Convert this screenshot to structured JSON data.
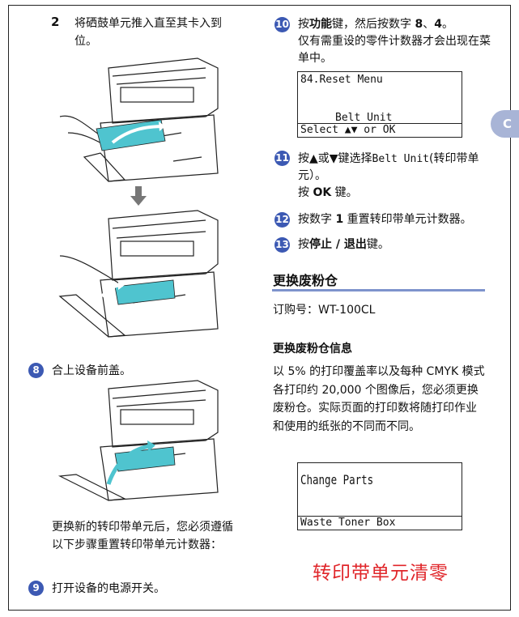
{
  "step2": {
    "number": "2",
    "text": "将硒鼓单元推入直至其卡入到位。"
  },
  "step8": {
    "number": "8",
    "text": "合上设备前盖。"
  },
  "note": {
    "text": "更换新的转印带单元后，您必须遵循以下步骤重置转印带单元计数器："
  },
  "step9": {
    "number": "9",
    "text": "打开设备的电源开关。"
  },
  "step10": {
    "number": "10",
    "text_prefix": "按",
    "key1": "功能",
    "text_mid": "键，然后按数字 ",
    "key2": "8",
    "sep": "、",
    "key3": "4",
    "text_end": "。",
    "line2": "仅有需重设的零件计数器才会出现在菜单中。"
  },
  "lcd_reset": {
    "line1": "84.Reset Menu",
    "line3": "Belt Unit",
    "line4": "Select ▲▼ or OK"
  },
  "step11": {
    "number": "11",
    "text_prefix": "按▲或▼键选择",
    "option": "Belt Unit",
    "text_suffix": "(转印带单元）。",
    "line2_prefix": "按 ",
    "line2_key": "OK",
    "line2_suffix": " 键。"
  },
  "step12": {
    "number": "12",
    "text_prefix": "按数字 ",
    "key": "1",
    "text_suffix": " 重置转印带单元计数器。"
  },
  "step13": {
    "number": "13",
    "text_prefix": "按",
    "key": "停止 / 退出",
    "text_suffix": "键。"
  },
  "section": {
    "title": "更换废粉仓",
    "order": "订购号：WT-100CL",
    "subtitle": "更换废粉仓信息",
    "paragraph": "以 5% 的打印覆盖率以及每种 CMYK 模式各打印约 20,000 个图像后，您必须更换废粉仓。实际页面的打印数将随打印作业和使用的纸张的不同而不同。"
  },
  "lcd_change": {
    "line1": "Change Parts",
    "line4": "Waste Toner Box"
  },
  "side_tab": "C",
  "stamp": "转印带单元清零",
  "colors": {
    "step_circle": "#3c59b3",
    "rule": "#7e93cc",
    "tab": "#a8b4d6",
    "stamp": "#e0262a"
  }
}
